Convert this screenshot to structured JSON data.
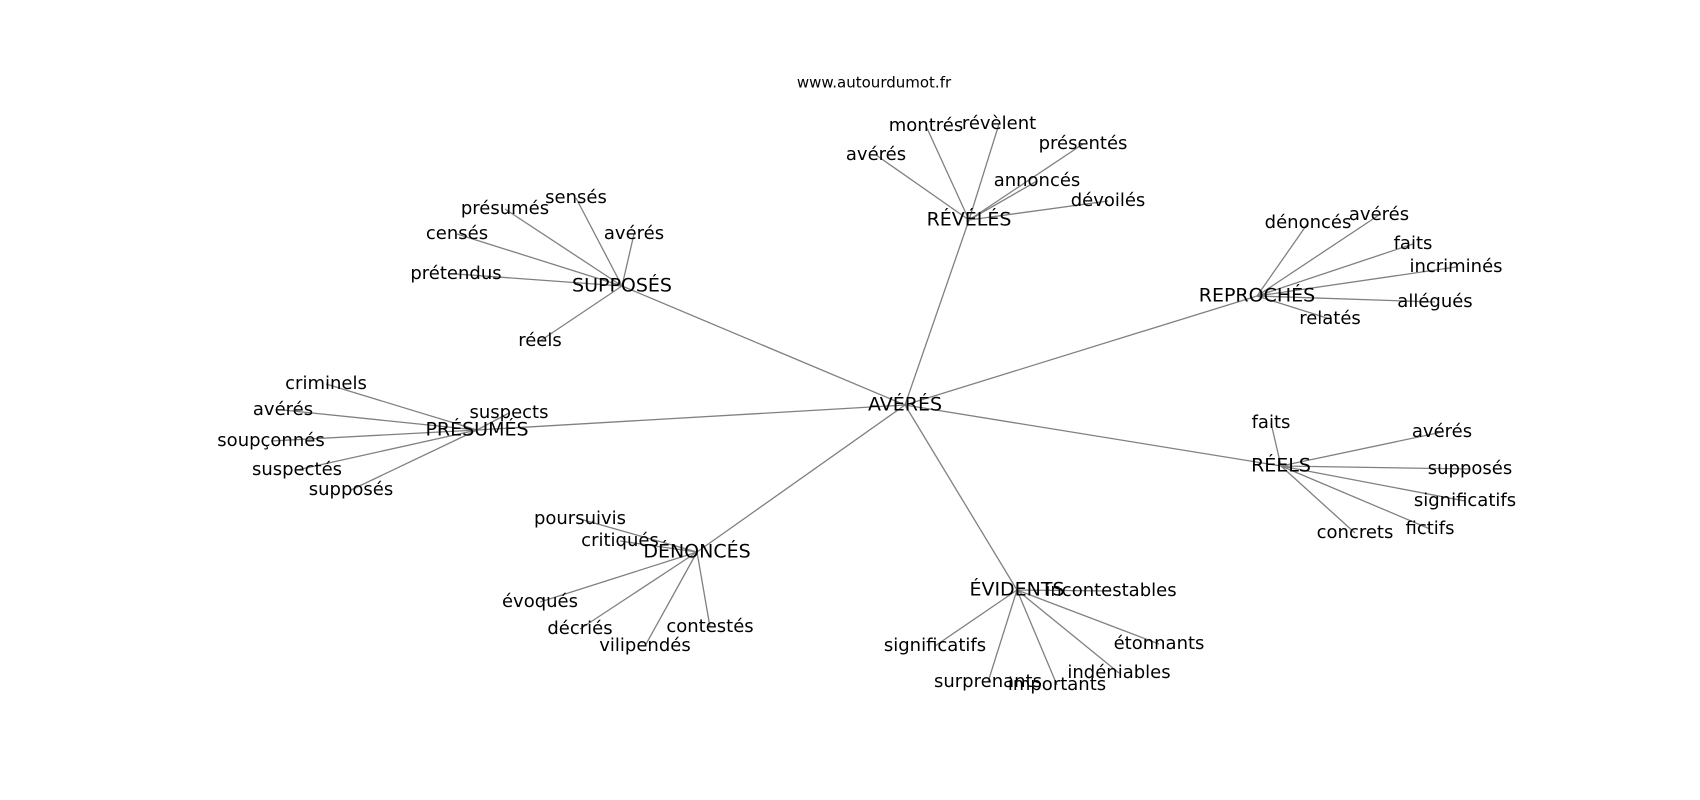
{
  "site": "www.autourdumot.fr",
  "center": "AVÉRÉS",
  "clusters": [
    {
      "label": "RÉVÉLÉS",
      "leaves": [
        "montrés",
        "révèlent",
        "avérés",
        "présentés",
        "annoncés",
        "dévoilés"
      ]
    },
    {
      "label": "SUPPOSÉS",
      "leaves": [
        "présumés",
        "sensés",
        "censés",
        "avérés",
        "prétendus",
        "réels"
      ]
    },
    {
      "label": "REPROCHÉS",
      "leaves": [
        "dénoncés",
        "avérés",
        "faits",
        "incriminés",
        "allégués",
        "relatés"
      ]
    },
    {
      "label": "PRÉSUMÉS",
      "leaves": [
        "criminels",
        "avérés",
        "suspects",
        "soupçonnés",
        "suspectés",
        "supposés"
      ]
    },
    {
      "label": "RÉELS",
      "leaves": [
        "faits",
        "avérés",
        "supposés",
        "significatifs",
        "concrets",
        "fictifs"
      ]
    },
    {
      "label": "DÉNONCÉS",
      "leaves": [
        "poursuivis",
        "critiqués",
        "évoqués",
        "décriés",
        "contestés",
        "vilipendés"
      ]
    },
    {
      "label": "ÉVIDENTS",
      "leaves": [
        "incontestables",
        "significatifs",
        "étonnants",
        "indéniables",
        "surprenants",
        "importants"
      ]
    }
  ]
}
